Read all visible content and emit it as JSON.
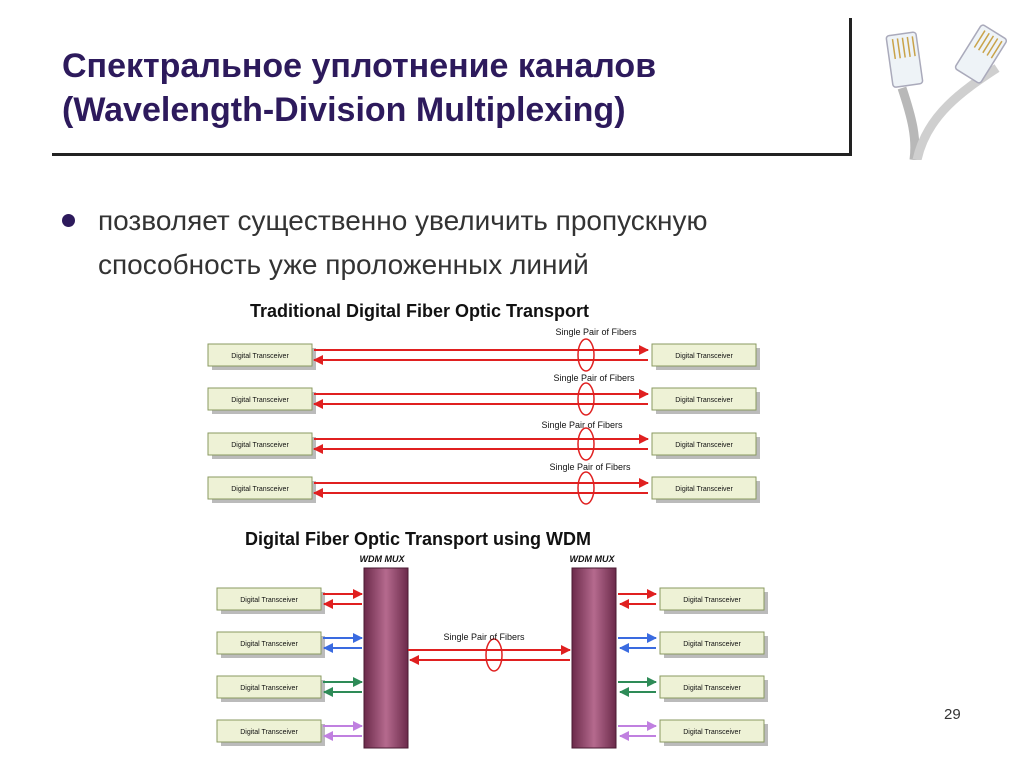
{
  "slide": {
    "title_line1": "Спектральное уплотнение каналов",
    "title_line2": "(Wavelength-Division Multiplexing)",
    "bullet_text": "позволяет существенно увеличить пропускную способность уже проложенных линий",
    "page_number": "29"
  },
  "diagram_top": {
    "heading": "Traditional Digital Fiber Optic Transport",
    "transceiver_label": "Digital Transceiver",
    "fiber_labels": [
      "Single Pair of Fibers",
      "Single Pair of Fibers",
      "Single Pair of Fibers",
      "Single Pair of Fibers"
    ]
  },
  "diagram_bottom": {
    "heading": "Digital Fiber Optic Transport using WDM",
    "mux_left_label": "WDM MUX",
    "mux_right_label": "WDM MUX",
    "fiber_label": "Single Pair of Fibers",
    "transceiver_label": "Digital Transceiver",
    "channel_colors": [
      "#e02020",
      "#3a6be0",
      "#2e8b57",
      "#c080e0"
    ]
  },
  "icons": {
    "corner_image": "network-cable-icon"
  }
}
